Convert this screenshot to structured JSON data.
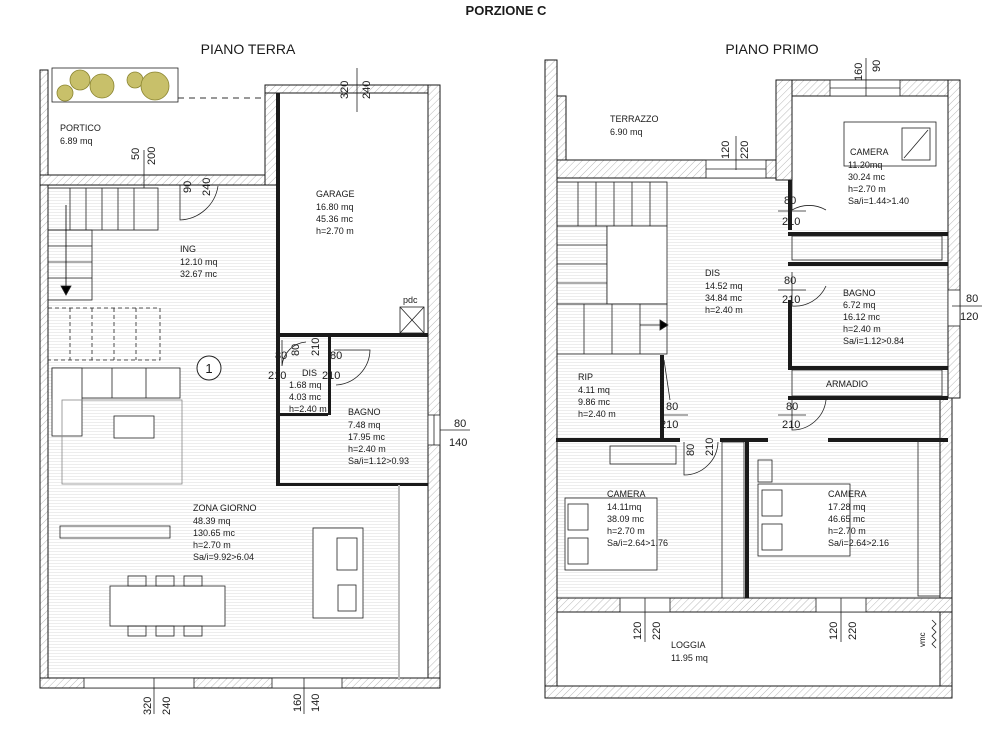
{
  "header": {
    "title": "PORZIONE C"
  },
  "plans": [
    {
      "title": "PIANO TERRA",
      "rooms": [
        {
          "name": "PORTICO",
          "lines": [
            "6.89 mq"
          ]
        },
        {
          "name": "GARAGE",
          "lines": [
            "16.80 mq",
            "45.36 mc",
            "h=2.70 m"
          ]
        },
        {
          "name": "ING",
          "lines": [
            "12.10 mq",
            "32.67 mc"
          ]
        },
        {
          "name": "DIS",
          "lines": [
            "1.68 mq",
            "4.03 mc",
            "h=2.40 m"
          ]
        },
        {
          "name": "BAGNO",
          "lines": [
            "7.48 mq",
            "17.95 mc",
            "h=2.40 m",
            "Sa/i=1.12>0.93"
          ]
        },
        {
          "name": "ZONA GIORNO",
          "lines": [
            "48.39 mq",
            "130.65 mc",
            "h=2.70 m",
            "Sa/i=9.92>6.04"
          ]
        }
      ],
      "labels": [
        "pdc",
        "1"
      ],
      "dims": [
        "320",
        "240",
        "50",
        "200",
        "90",
        "240",
        "80",
        "80",
        "210",
        "80",
        "210",
        "210",
        "80",
        "140",
        "320",
        "240",
        "160",
        "140"
      ]
    },
    {
      "title": "PIANO PRIMO",
      "rooms": [
        {
          "name": "TERRAZZO",
          "lines": [
            "6.90 mq"
          ]
        },
        {
          "name": "CAMERA",
          "lines": [
            "11.20mq",
            "30.24 mc",
            "h=2.70 m",
            "Sa/i=1.44>1.40"
          ]
        },
        {
          "name": "DIS",
          "lines": [
            "14.52 mq",
            "34.84 mc",
            "h=2.40 m"
          ]
        },
        {
          "name": "BAGNO",
          "lines": [
            "6.72 mq",
            "16.12 mc",
            "h=2.40 m",
            "Sa/i=1.12>0.84"
          ]
        },
        {
          "name": "RIP",
          "lines": [
            "4.11 mq",
            "9.86 mc",
            "h=2.40 m"
          ]
        },
        {
          "name": "ARMADIO",
          "lines": []
        },
        {
          "name": "CAMERA",
          "lines": [
            "14.11mq",
            "38.09 mc",
            "h=2.70 m",
            "Sa/i=2.64>1.76"
          ]
        },
        {
          "name": "CAMERA",
          "lines": [
            "17.28 mq",
            "46.65 mc",
            "h=2.70 m",
            "Sa/i=2.64>2.16"
          ]
        },
        {
          "name": "LOGGIA",
          "lines": [
            "11.95 mq"
          ]
        }
      ],
      "labels": [
        "vmc"
      ],
      "dims": [
        "160",
        "90",
        "120",
        "220",
        "80",
        "210",
        "80",
        "210",
        "80",
        "120",
        "80",
        "210",
        "80",
        "210",
        "80",
        "210",
        "120",
        "220",
        "120",
        "220"
      ]
    }
  ]
}
